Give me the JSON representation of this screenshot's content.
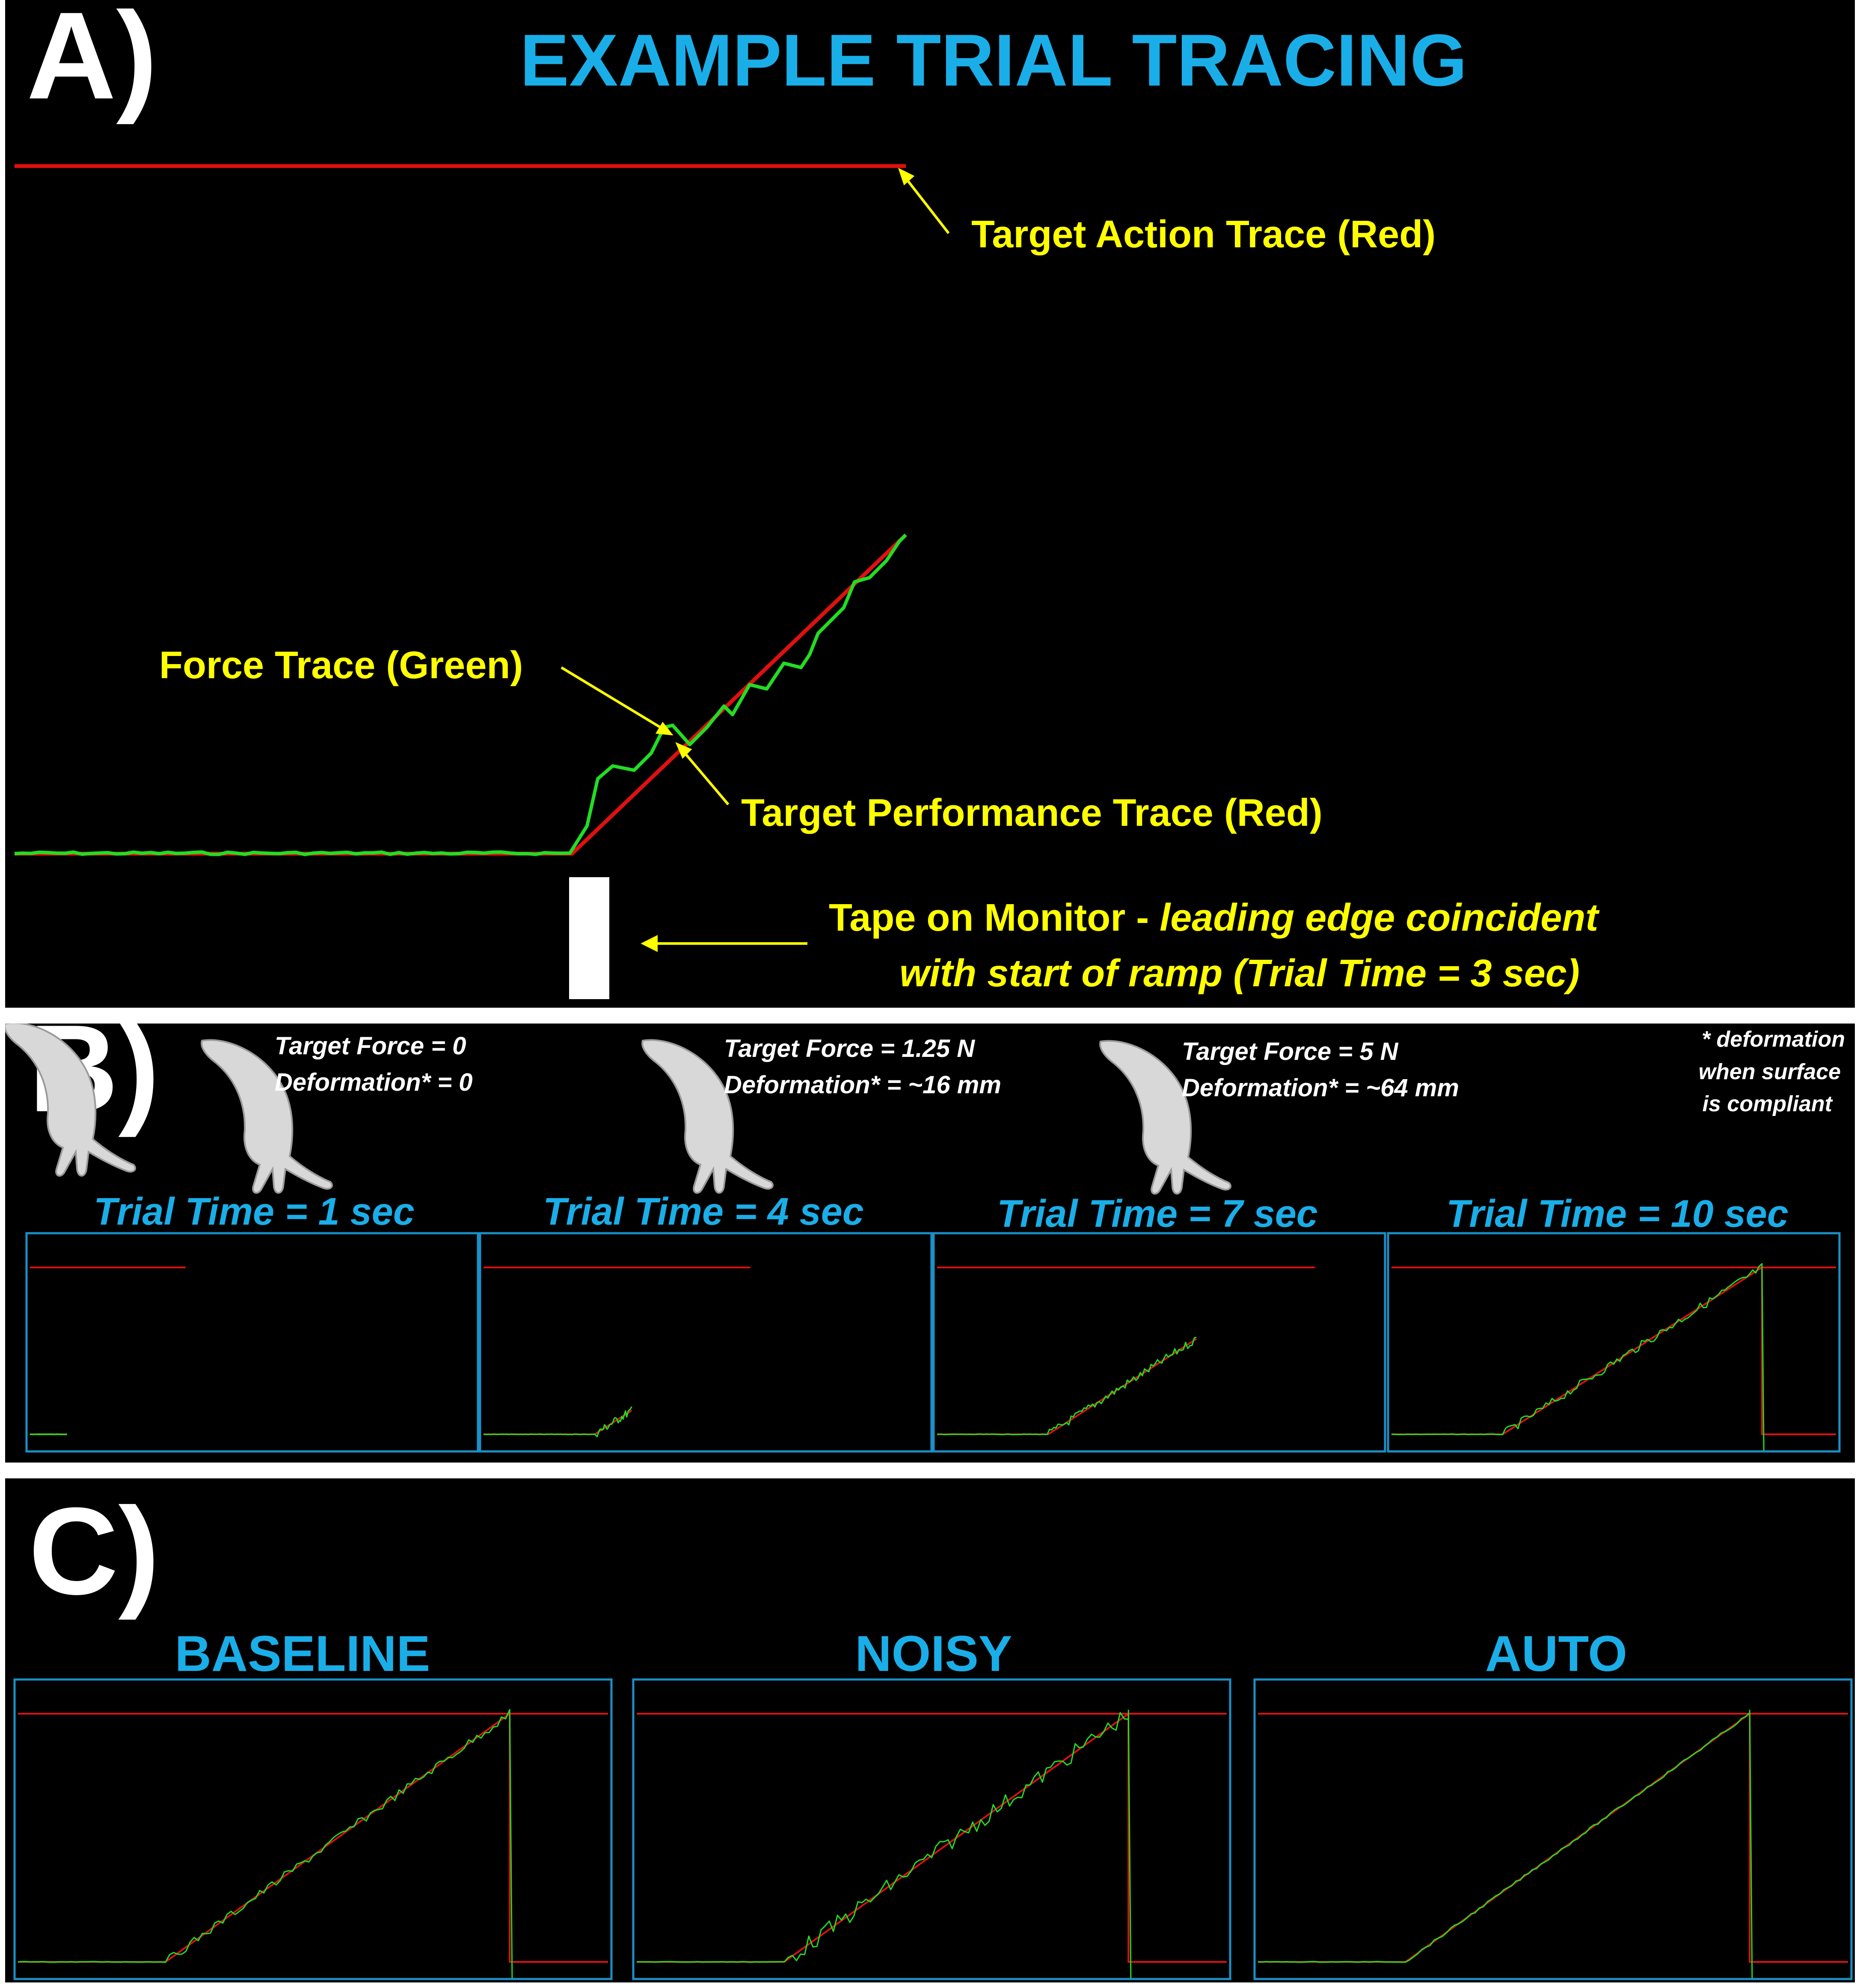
{
  "panel_a": {
    "letter": "A)",
    "title": "EXAMPLE TRIAL TRACING",
    "annotations": {
      "target_action": "Target Action Trace (Red)",
      "force_trace": "Force Trace (Green)",
      "target_performance": "Target Performance Trace (Red)",
      "tape_line1_normal": "Tape on Monitor - ",
      "tape_line1_italic": "leading edge coincident",
      "tape_line2": "with start of ramp (Trial Time = 3 sec)"
    }
  },
  "panel_b": {
    "letter": "B)",
    "footnote": [
      "* deformation",
      "when surface",
      "is compliant"
    ],
    "hands": [
      {
        "force": "Target Force = 0",
        "deformation": "Deformation* = 0"
      },
      {
        "force": "Target Force = 1.25 N",
        "deformation": "Deformation* = ~16 mm"
      },
      {
        "force": "Target Force = 5 N",
        "deformation": "Deformation* = ~64 mm"
      }
    ],
    "frames": [
      {
        "label": "Trial Time = 1 sec",
        "trial_time_sec": 1
      },
      {
        "label": "Trial Time = 4 sec",
        "trial_time_sec": 4
      },
      {
        "label": "Trial Time = 7 sec",
        "trial_time_sec": 7
      },
      {
        "label": "Trial Time = 10 sec",
        "trial_time_sec": 10
      }
    ]
  },
  "panel_c": {
    "letter": "C)",
    "conditions": [
      {
        "label": "BASELINE",
        "noise": "moderate"
      },
      {
        "label": "NOISY",
        "noise": "high"
      },
      {
        "label": "AUTO",
        "noise": "low"
      }
    ]
  },
  "colors": {
    "background": "#000000",
    "target_trace": "#e01010",
    "force_trace": "#22dd22",
    "title_blue": "#1aaee8",
    "annotation_yellow": "#ffff00",
    "frame_blue": "#1a90c8"
  }
}
